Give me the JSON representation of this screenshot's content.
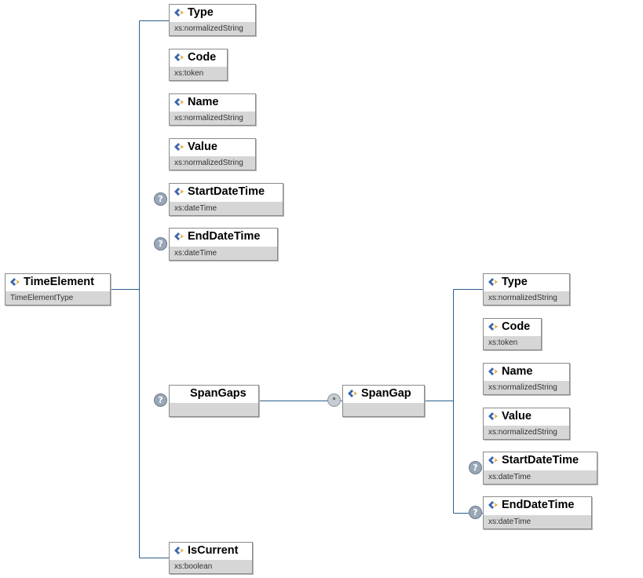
{
  "root": {
    "name": "TimeElement",
    "type": "TimeElementType"
  },
  "children": [
    {
      "name": "Type",
      "type": "xs:normalizedString"
    },
    {
      "name": "Code",
      "type": "xs:token"
    },
    {
      "name": "Name",
      "type": "xs:normalizedString"
    },
    {
      "name": "Value",
      "type": "xs:normalizedString"
    },
    {
      "name": "StartDateTime",
      "type": "xs:dateTime"
    },
    {
      "name": "EndDateTime",
      "type": "xs:dateTime"
    },
    {
      "name": "SpanGaps",
      "type": ""
    },
    {
      "name": "IsCurrent",
      "type": "xs:boolean"
    }
  ],
  "spangap": {
    "name": "SpanGap",
    "type": ""
  },
  "spangap_children": [
    {
      "name": "Type",
      "type": "xs:normalizedString"
    },
    {
      "name": "Code",
      "type": "xs:token"
    },
    {
      "name": "Name",
      "type": "xs:normalizedString"
    },
    {
      "name": "Value",
      "type": "xs:normalizedString"
    },
    {
      "name": "StartDateTime",
      "type": "xs:dateTime"
    },
    {
      "name": "EndDateTime",
      "type": "xs:dateTime"
    }
  ],
  "markers": {
    "optional": "?",
    "repeat": "*"
  },
  "colors": {
    "connector": "#2d5f8b",
    "type_band": "#d6d6d6",
    "icon_blue": "#3a64b0",
    "icon_gold": "#e0a21b"
  }
}
